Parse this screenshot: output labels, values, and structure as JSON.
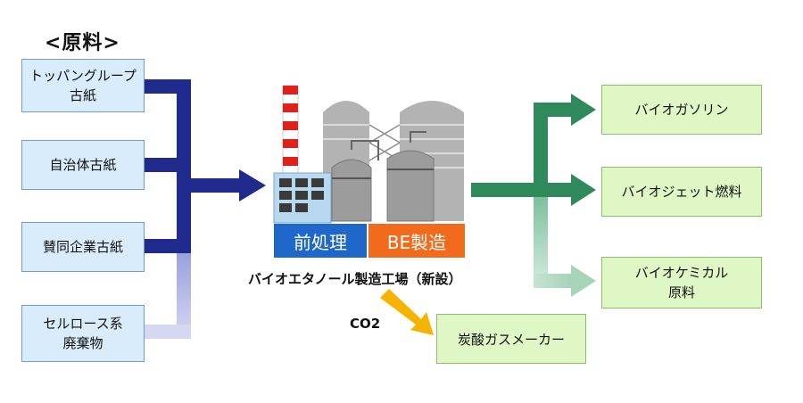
{
  "header": {
    "title": "<原料>"
  },
  "inputs": [
    {
      "id": "tppan",
      "label": "トッパングループ\n古紙"
    },
    {
      "id": "municipal",
      "label": "自治体古紙"
    },
    {
      "id": "support",
      "label": "賛同企業古紙"
    },
    {
      "id": "cellulose",
      "label": "セルロース系\n廃棄物"
    }
  ],
  "plant": {
    "pretreat_label": "前処理",
    "be_label": "BE製造",
    "name": "バイオエタノール製造工場（新設）",
    "pretreat_color": "#1f67c8",
    "be_color": "#f26a1b"
  },
  "outputs": [
    {
      "id": "biogasoline",
      "label": "バイオガソリン"
    },
    {
      "id": "jetfuel",
      "label": "バイオジェット燃料"
    },
    {
      "id": "chemical",
      "label": "バイオケミカル\n原料"
    }
  ],
  "byproduct": {
    "co2_label": "CO2",
    "maker_label": "炭酸ガスメーカー"
  },
  "colors": {
    "input_arrow": "#1f2a8c",
    "input_arrow_light": "#c2c5ea",
    "output_arrow": "#2e8a5a",
    "output_arrow_light": "#a9d3bd",
    "co2_arrow": "#f6b300",
    "input_box": "#d9ecfb",
    "output_box": "#dff7c5"
  }
}
